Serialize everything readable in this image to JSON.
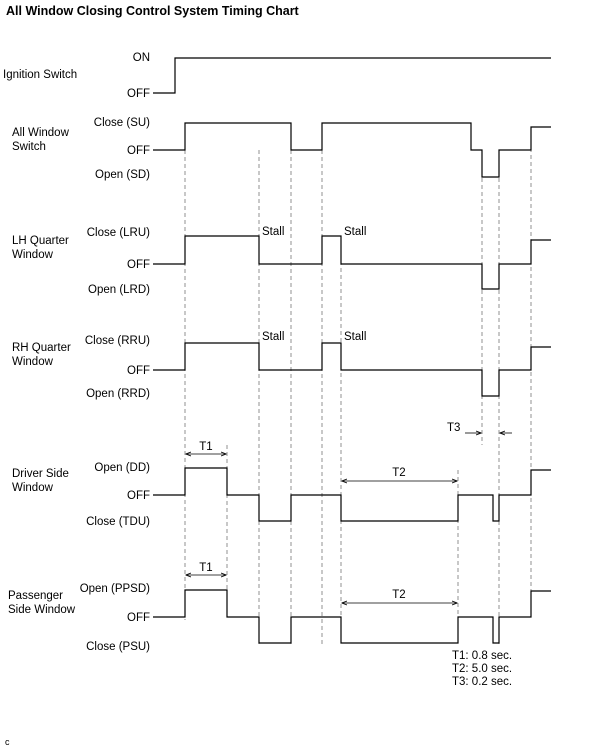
{
  "title": "All Window Closing Control System Timing Chart",
  "footer": "c",
  "signals": [
    {
      "name": "Ignition Switch",
      "levels": [
        "ON",
        "OFF"
      ]
    },
    {
      "name": "All Window Switch",
      "levels": [
        "Close (SU)",
        "OFF",
        "Open (SD)"
      ]
    },
    {
      "name": "LH Quarter Window",
      "levels": [
        "Close (LRU)",
        "OFF",
        "Open (LRD)"
      ],
      "annotations": [
        "Stall",
        "Stall"
      ]
    },
    {
      "name": "RH Quarter Window",
      "levels": [
        "Close (RRU)",
        "OFF",
        "Open (RRD)"
      ],
      "annotations": [
        "Stall",
        "Stall"
      ]
    },
    {
      "name": "Driver Side Window",
      "levels": [
        "Open (DD)",
        "OFF",
        "Close (TDU)"
      ]
    },
    {
      "name": "Passenger Side Window",
      "levels": [
        "Open (PPSD)",
        "OFF",
        "Close (PSU)"
      ]
    }
  ],
  "timing_marks": {
    "t1": "T1",
    "t2": "T2",
    "t3": "T3"
  },
  "legend": [
    "T1: 0.8 sec.",
    "T2: 5.0 sec.",
    "T3: 0.2 sec."
  ]
}
